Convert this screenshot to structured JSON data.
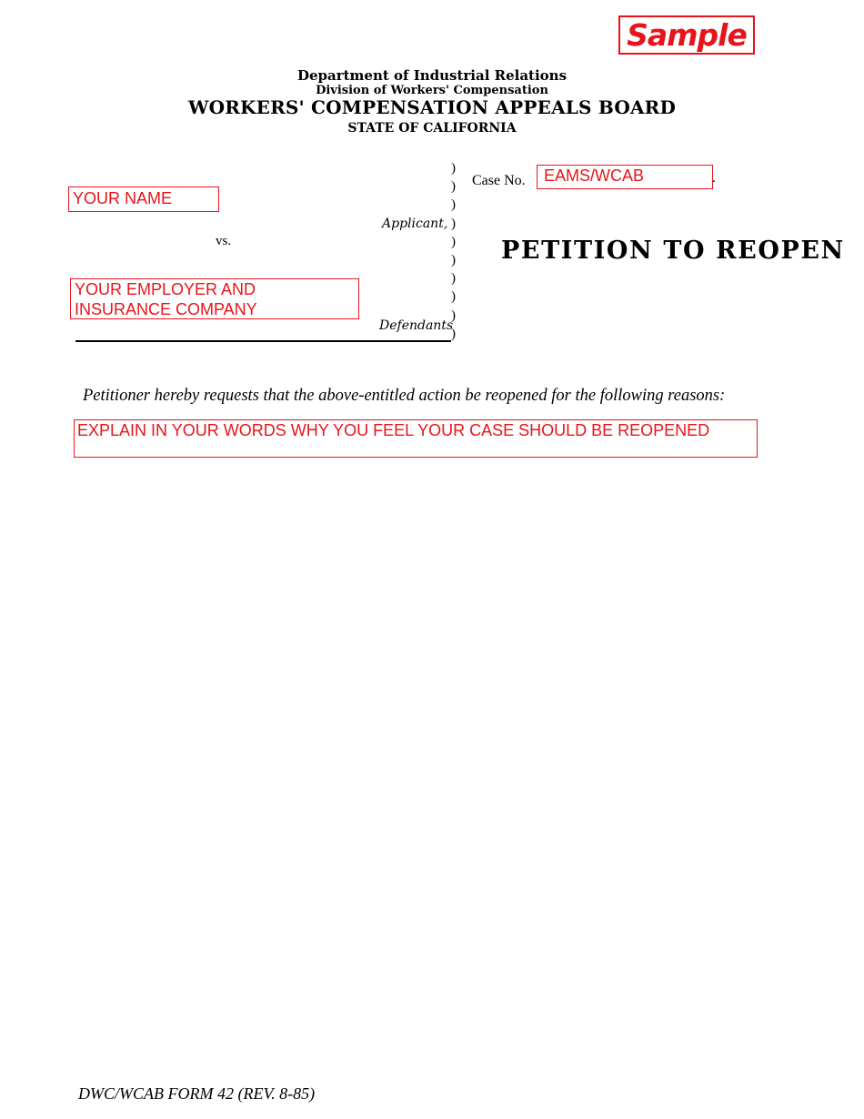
{
  "stamp": {
    "text": "Sample",
    "color": "#e8141b"
  },
  "header": {
    "department": "Department of Industrial Relations",
    "division": "Division of Workers' Compensation",
    "board": "WORKERS' COMPENSATION APPEALS BOARD",
    "state": "STATE OF CALIFORNIA"
  },
  "caption": {
    "applicant_value": "YOUR NAME",
    "applicant_label": "Applicant,",
    "vs": "vs.",
    "defendants_value_line1": "YOUR EMPLOYER AND",
    "defendants_value_line2": "INSURANCE COMPANY",
    "defendants_label": "Defendants",
    "paren": ")",
    "case_label": "Case No.",
    "case_value": "EAMS/WCAB",
    "case_tick": "."
  },
  "document_title": "PETITION TO REOPEN",
  "body": {
    "request": "Petitioner hereby requests that the above-entitled action be reopened for the following reasons:",
    "reasons_value": "EXPLAIN IN YOUR WORDS WHY YOU FEEL YOUR CASE SHOULD BE REOPENED"
  },
  "footer": {
    "form_id": "DWC/WCAB FORM 42 (REV. 8-85)"
  },
  "colors": {
    "field_border": "#e8141b",
    "text": "#000000"
  }
}
